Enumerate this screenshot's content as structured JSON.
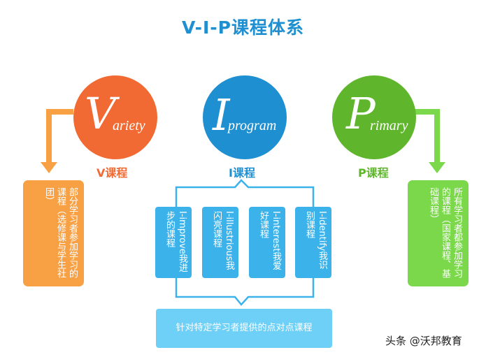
{
  "title": "V-I-P课程体系",
  "colors": {
    "v": "#f26a33",
    "i": "#1e8fd0",
    "p": "#5fb52c",
    "v_box": "#f8a044",
    "p_box": "#7ad84a",
    "i_box": "#3bb3ea"
  },
  "v": {
    "letter": "V",
    "word": "ariety",
    "label": "V课程",
    "desc": "部分学习者参加学习的课程（选修课与学生社团）"
  },
  "i": {
    "letter": "I",
    "word": "program",
    "label": "I课程",
    "items": [
      {
        "en": "I-improve",
        "cn": "我进步的课程"
      },
      {
        "en": "I-illustrious",
        "cn": "我闪亮课程"
      },
      {
        "en": "I-interest",
        "cn": "我爱好课程"
      },
      {
        "en": "I-identify",
        "cn": "我识别课程"
      }
    ],
    "bottom": "针对特定学习者提供的点对点课程"
  },
  "p": {
    "letter": "P",
    "word": "rimary",
    "label": "P课程",
    "desc": "所有学习者都参加学习的课程（国家课程、基础课程）"
  },
  "watermark": "头条 @沃邦教育"
}
